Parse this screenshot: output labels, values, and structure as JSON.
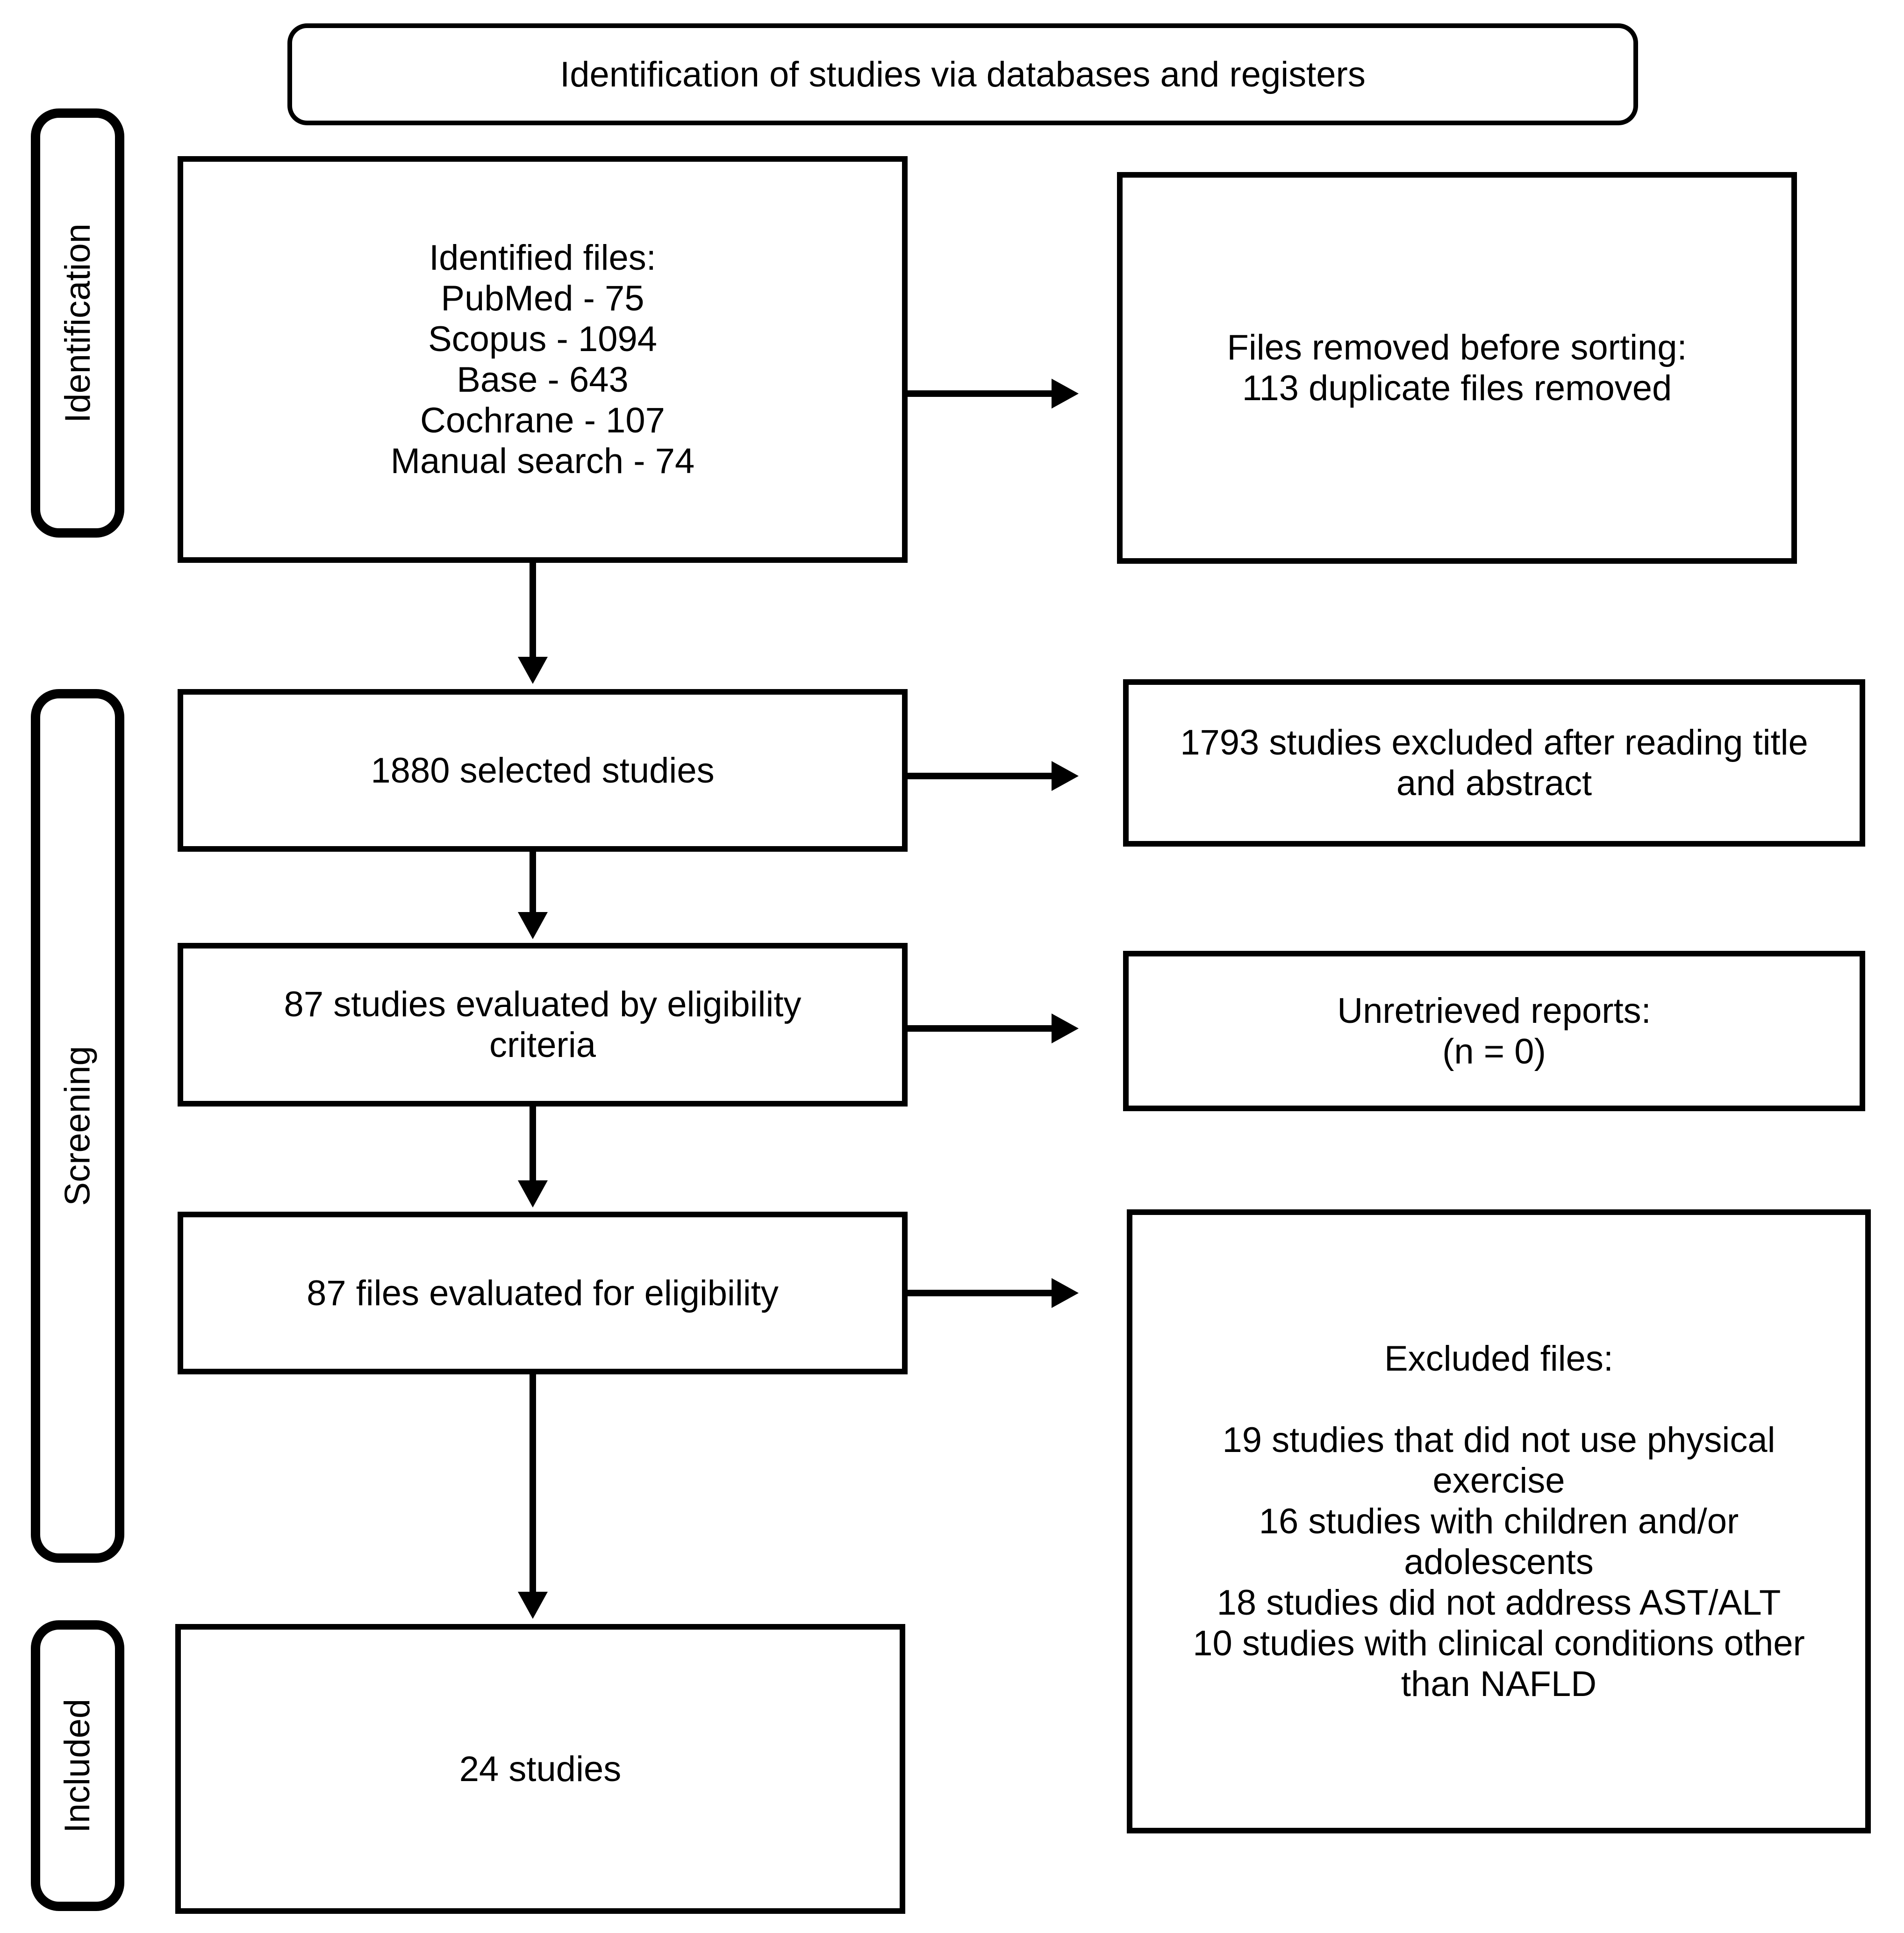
{
  "title": "Identification of studies via databases and registers",
  "stages": {
    "identification": "Identification",
    "screening": "Screening",
    "included": "Included"
  },
  "boxes": {
    "identified_files": [
      "Identified files:",
      "PubMed - 75",
      "Scopus - 1094",
      "Base - 643",
      "Cochrane - 107",
      "Manual search - 74"
    ],
    "removed_before_sorting": [
      "Files removed before sorting:",
      "113 duplicate files removed"
    ],
    "selected_studies": "1880 selected studies",
    "excluded_title_abstract": [
      "1793 studies excluded after reading title",
      "and abstract"
    ],
    "evaluated_by_criteria": [
      "87 studies evaluated by eligibility",
      "criteria"
    ],
    "unretrieved_reports": [
      "Unretrieved reports:",
      "(n = 0)"
    ],
    "evaluated_for_eligibility": "87 files evaluated for eligibility",
    "excluded_files": [
      "Excluded files:",
      "",
      "19 studies that did not use physical",
      "exercise",
      "16 studies with children and/or",
      "adolescents",
      "18 studies did not address AST/ALT",
      "10 studies with clinical conditions other",
      "than NAFLD"
    ],
    "included_studies": "24 studies"
  }
}
